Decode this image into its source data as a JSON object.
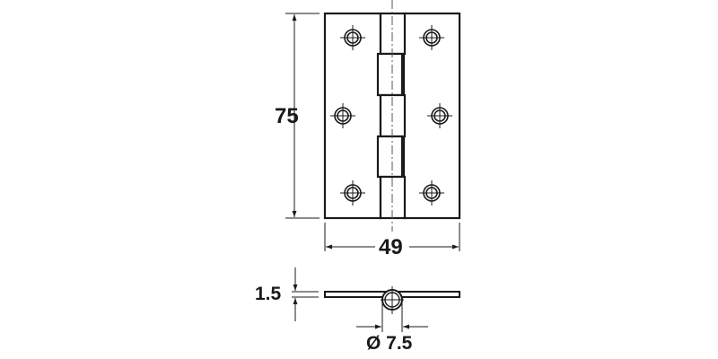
{
  "drawing": {
    "title": "Butt hinge technical drawing",
    "colors": {
      "line": "#1a1a1a",
      "background": "#ffffff",
      "centerline": "#555555"
    },
    "front_view": {
      "height_label": "75",
      "width_label": "49",
      "screw_holes": 6,
      "knuckles": 5
    },
    "side_view": {
      "thickness_label": "1.5",
      "pin_diameter_label": "Ø 7.5"
    }
  }
}
